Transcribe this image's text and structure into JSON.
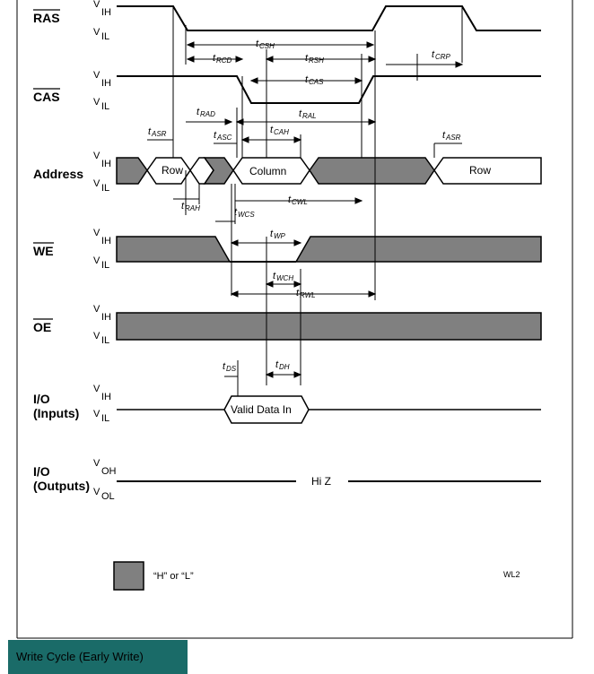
{
  "caption": "Write Cycle (Early Write)",
  "signals": {
    "ras": "RAS",
    "cas": "CAS",
    "address": "Address",
    "we": "WE",
    "oe": "OE",
    "io_in_1": "I/O",
    "io_in_2": "(Inputs)",
    "io_out_1": "I/O",
    "io_out_2": "(Outputs)"
  },
  "levels": {
    "v": "V",
    "ih": "IH",
    "il": "IL",
    "oh": "OH",
    "ol": "OL"
  },
  "boxes": {
    "row": "Row",
    "column": "Column",
    "row2": "Row",
    "valid_data": "Valid Data In",
    "hi_z": "Hi Z"
  },
  "timing": {
    "t": "t",
    "csh": "CSH",
    "rcd": "RCD",
    "rsh": "RSH",
    "crp": "CRP",
    "cas": "CAS",
    "rad": "RAD",
    "ral": "RAL",
    "asr": "ASR",
    "asc": "ASC",
    "cah": "CAH",
    "asr2": "ASR",
    "rah": "RAH",
    "cwl": "CWL",
    "wcs": "WCS",
    "wp": "WP",
    "wch": "WCH",
    "rwl": "RWL",
    "ds": "DS",
    "dh": "DH"
  },
  "legend": {
    "label": "“H” or “L”",
    "code": "WL2"
  },
  "colors": {
    "dont_care": "#808080",
    "caption_bg": "#1a6b68"
  }
}
